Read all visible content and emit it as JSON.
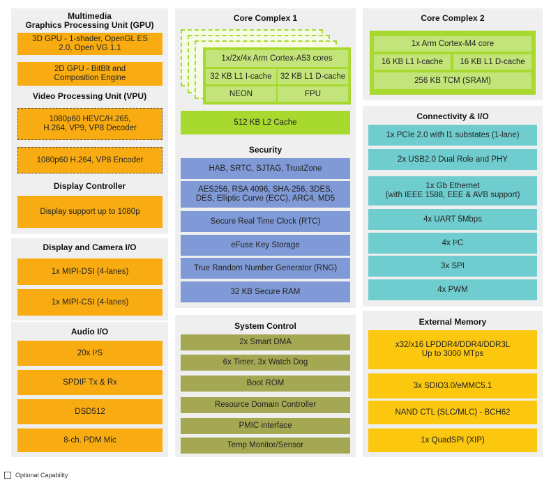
{
  "gpu": {
    "title": "Multimedia\nGraphics Processing Unit (GPU)",
    "blocks": [
      "3D GPU - 1-shader, OpenGL ES\n2.0, Open VG 1.1",
      "2D GPU - BitBlt and\nComposition Engine"
    ]
  },
  "vpu": {
    "title": "Video Processing Unit (VPU)",
    "blocks": [
      "1080p60 HEVC/H.265,\nH.264, VP9, VP8 Decoder",
      "1080p60 H.264, VP8 Encoder"
    ]
  },
  "display": {
    "title": "Display Controller",
    "blocks": [
      "Display support up to 1080p"
    ]
  },
  "camera": {
    "title": "Display and Camera I/O",
    "blocks": [
      "1x MIPI-DSI (4-lanes)",
      "1x MIPI-CSI (4-lanes)"
    ]
  },
  "audio": {
    "title": "Audio I/O",
    "blocks": [
      "20x I²S",
      "SPDIF Tx & Rx",
      "DSD512",
      "8-ch. PDM Mic"
    ]
  },
  "core1": {
    "title": "Core Complex 1",
    "cores": "1x/2x/4x Arm Cortex-A53 cores",
    "icache": "32 KB L1 I-cache",
    "dcache": "32 KB L1 D-cache",
    "neon": "NEON",
    "fpu": "FPU",
    "l2": "512 KB L2 Cache"
  },
  "security": {
    "title": "Security",
    "blocks": [
      "HAB, SRTC, SJTAG, TrustZone",
      "AES256, RSA 4096, SHA-256, 3DES,\nDES, Elliptic Curve (ECC), ARC4, MD5",
      "Secure Real Time Clock (RTC)",
      "eFuse Key Storage",
      "True Random Number Generator (RNG)",
      "32 KB Secure RAM"
    ]
  },
  "system": {
    "title": "System Control",
    "blocks": [
      "2x Smart DMA",
      "6x Timer, 3x Watch Dog",
      "Boot ROM",
      "Resource Domain Controller",
      "PMIC interface",
      "Temp Monitor/Sensor"
    ]
  },
  "core2": {
    "title": "Core Complex 2",
    "core": "1x Arm Cortex-M4 core",
    "icache": "16 KB L1  I-cache",
    "dcache": "16 KB L1 D-cache",
    "tcm": "256 KB TCM (SRAM)"
  },
  "connectivity": {
    "title": "Connectivity & I/O",
    "blocks": [
      "1x PCIe 2.0 with l1 substates (1-lane)",
      "2x USB2.0 Dual Role and PHY",
      "1x Gb Ethernet\n(with IEEE 1588, EEE & AVB support)",
      "4x UART 5Mbps",
      "4x I²C",
      "3x SPI",
      "4x PWM"
    ]
  },
  "memory": {
    "title": "External Memory",
    "blocks": [
      "x32/x16 LPDDR4/DDR4/DDR3L\nUp to 3000 MTps",
      "3x SDIO3.0/eMMC5.1",
      "NAND CTL (SLC/MLC) - BCH62",
      "1x QuadSPI (XIP)"
    ]
  },
  "legend": {
    "label": "Optional Capability"
  }
}
